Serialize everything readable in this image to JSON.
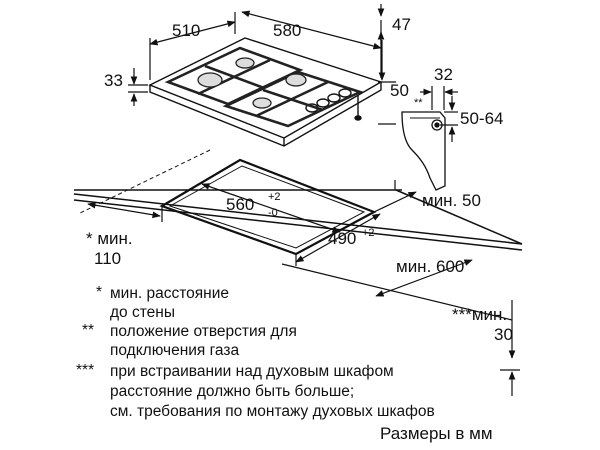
{
  "dimensions": {
    "d510": "510",
    "d580": "580",
    "d47": "47",
    "d33": "33",
    "d50": "50",
    "d32": "32",
    "marker_double": "**",
    "d50_64": "50-64",
    "min50": "мин. 50",
    "cut_width": "560",
    "cut_width_tol_plus": "+2",
    "cut_width_tol_minus": "-0",
    "cut_depth": "490",
    "cut_depth_tol": "+2",
    "min110_line1": "* мин.",
    "min110_line2": "110",
    "min600": "мин. 600",
    "min30_line1": "***мин.",
    "min30_line2": "30"
  },
  "notes": [
    {
      "mark": "*",
      "lines": [
        "мин. расстояние",
        "до стены"
      ]
    },
    {
      "mark": "**",
      "lines": [
        "положение отверстия для",
        "подключения газа"
      ]
    },
    {
      "mark": "***",
      "lines": [
        "при встраивании над духовым шкафом",
        "расстояние должно быть больше;",
        "см. требования по монтажу духовых шкафов"
      ]
    }
  ],
  "footer": "Размеры в мм"
}
